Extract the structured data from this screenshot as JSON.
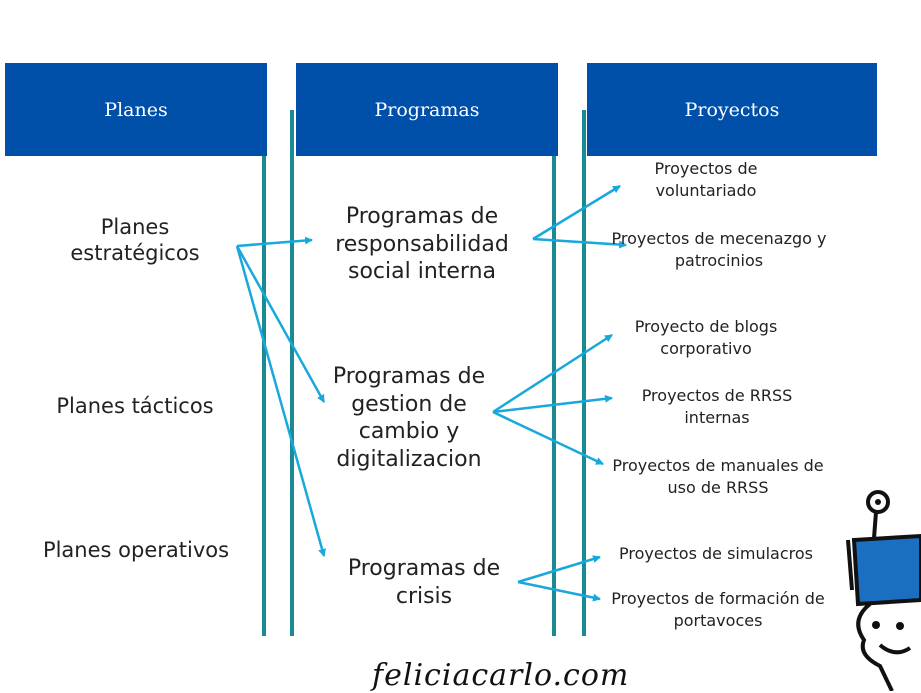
{
  "columns": {
    "planes": "Planes",
    "programas": "Programas",
    "proyectos": "Proyectos"
  },
  "planes": [
    "Planes estratégicos",
    "Planes tácticos",
    "Planes operativos"
  ],
  "programas": [
    "Programas de responsabilidad social interna",
    "Programas de gestion de cambio y digitalizacion",
    "Programas de crisis"
  ],
  "proyectos": [
    "Proyectos de voluntariado",
    "Proyectos de mecenazgo y patrocinios",
    "Proyecto de blogs corporativo",
    "Proyectos de RRSS internas",
    "Proyectos de manuales de uso de RRSS",
    "Proyectos de simulacros",
    "Proyectos de formación de portavoces"
  ],
  "signature": "feliciacarlo.com",
  "colors": {
    "header": "#0050aa",
    "divider": "#1a8a94",
    "arrow": "#19a8dc"
  }
}
